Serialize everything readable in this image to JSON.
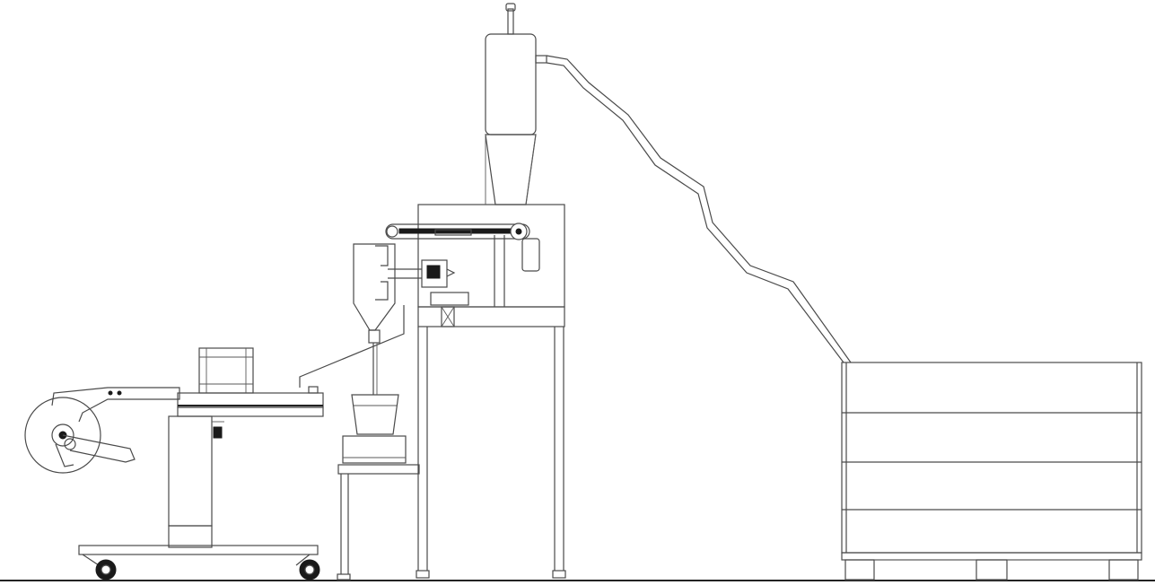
{
  "drawing": {
    "kind": "line-art side elevation",
    "components": [
      "ground-line",
      "film-reel-unwinder",
      "packaging-machine-table",
      "wheeled-base",
      "small-weighing-stand",
      "cup-on-scale",
      "support-frame",
      "dosing-cyclone",
      "drive-belt",
      "vacuum-receiver",
      "conveying-pipe",
      "storage-bin"
    ],
    "colors": {
      "line": "#4a4a4a",
      "background": "#ffffff"
    }
  }
}
